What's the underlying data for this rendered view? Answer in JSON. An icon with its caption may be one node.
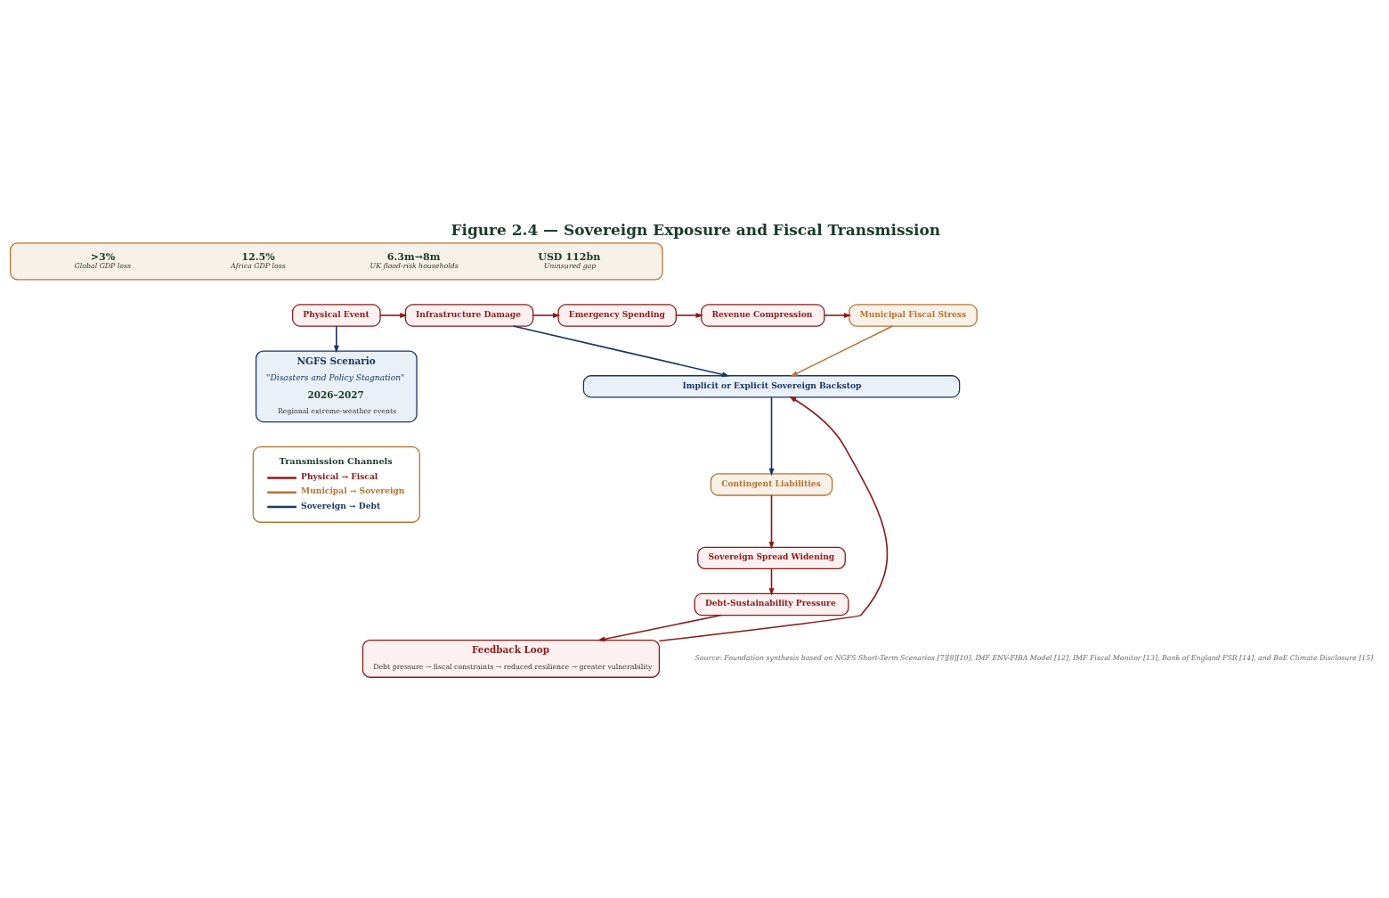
{
  "diagram": {
    "title": "Figure 2.4 — Sovereign Exposure and Fiscal Transmission",
    "caption": "Source: Foundation synthesis based on NGFS Short-Term Scenarios [7][8][10], IMF ENV-FIBA Model [12], IMF Fiscal Monitor [13], Bank of England FSR [14], and BoE Climate Disclosure [15]",
    "nodes": [
      {
        "text": [
          ">3%",
          "Global GDP loss",
          "12.5%",
          "Africa GDP loss",
          "6.3m→8m",
          "UK flood-risk households",
          "USD 112bn",
          "Uninsured gap"
        ]
      },
      {
        "text": [
          "Physical Event"
        ]
      },
      {
        "text": [
          "Infrastructure Damage"
        ]
      },
      {
        "text": [
          "Emergency Spending"
        ]
      },
      {
        "text": [
          "Revenue Compression"
        ]
      },
      {
        "text": [
          "Municipal Fiscal Stress"
        ]
      },
      {
        "text": [
          "Implicit or Explicit Sovereign Backstop"
        ]
      },
      {
        "text": [
          "NGFS Scenario",
          "\"Disasters and Policy Stagnation\"",
          "2026–2027",
          "Regional extreme-weather events"
        ]
      },
      {
        "text": [
          "Contingent Liabilities"
        ]
      },
      {
        "text": [
          "Sovereign Spread Widening"
        ]
      },
      {
        "text": [
          "Debt-Sustainability Pressure"
        ]
      },
      {
        "text": [
          "Feedback Loop",
          "Debt pressure → fiscal constraints → reduced resilience → greater vulnerability"
        ]
      }
    ],
    "edges": [
      {
        "from": 1,
        "to": 2,
        "arrow": "to"
      },
      {
        "from": 2,
        "to": 3,
        "arrow": "to"
      },
      {
        "from": 3,
        "to": 4,
        "arrow": "to"
      },
      {
        "from": 4,
        "to": 5,
        "arrow": "to"
      },
      {
        "from": 1,
        "to": 7,
        "arrow": "to",
        "color": "#1b3566"
      },
      {
        "from": 2,
        "to": 6,
        "arrow": "to",
        "color": "#1b3566"
      },
      {
        "from": 5,
        "to": 6,
        "arrow": "to",
        "color": "#b87333"
      },
      {
        "from": 6,
        "to": 8,
        "arrow": "to",
        "color": "#1b3566"
      },
      {
        "from": 8,
        "to": 9,
        "arrow": "to"
      },
      {
        "from": 9,
        "to": 10,
        "arrow": "to"
      },
      {
        "from": 10,
        "to": 11,
        "arrow": "to"
      },
      {
        "from": 11,
        "to": 6,
        "arrow": "to"
      }
    ],
    "labels": [
      "Transmission Channels"
    ],
    "legend": [
      {
        "text": "Physical → Fiscal",
        "color": "#8b1a1a"
      },
      {
        "text": "Municipal → Sovereign",
        "color": "#b87333"
      },
      {
        "text": "Sovereign → Debt",
        "color": "#1b3566"
      }
    ]
  }
}
